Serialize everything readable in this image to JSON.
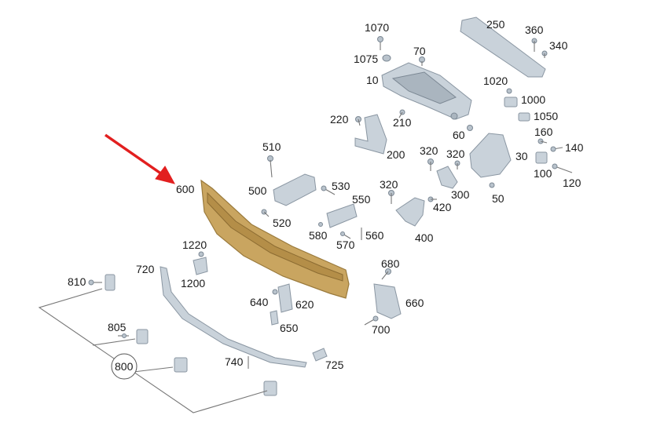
{
  "diagram": {
    "highlight_color": "#e21f1f",
    "beam_color": "#c9a560",
    "part_color": "#c9d2da",
    "highlighted_part": "600",
    "labels": {
      "p1070": "1070",
      "p1075": "1075",
      "p70": "70",
      "p10": "10",
      "p210": "210",
      "p250": "250",
      "p360": "360",
      "p340": "340",
      "p1020": "1020",
      "p1000": "1000",
      "p1050": "1050",
      "p220": "220",
      "p200": "200",
      "p60": "60",
      "p160": "160",
      "p140": "140",
      "p30": "30",
      "p100": "100",
      "p120": "120",
      "p320a": "320",
      "p320b": "320",
      "p320c": "320",
      "p300": "300",
      "p420": "420",
      "p50": "50",
      "p510": "510",
      "p500": "500",
      "p530": "530",
      "p520": "520",
      "p550": "550",
      "p580": "580",
      "p570": "570",
      "p560": "560",
      "p400": "400",
      "p600": "600",
      "p1220": "1220",
      "p1200": "1200",
      "p720": "720",
      "p810": "810",
      "p640": "640",
      "p620": "620",
      "p650": "650",
      "p680": "680",
      "p660": "660",
      "p700": "700",
      "p805": "805",
      "p800": "800",
      "p740": "740",
      "p725": "725"
    }
  }
}
